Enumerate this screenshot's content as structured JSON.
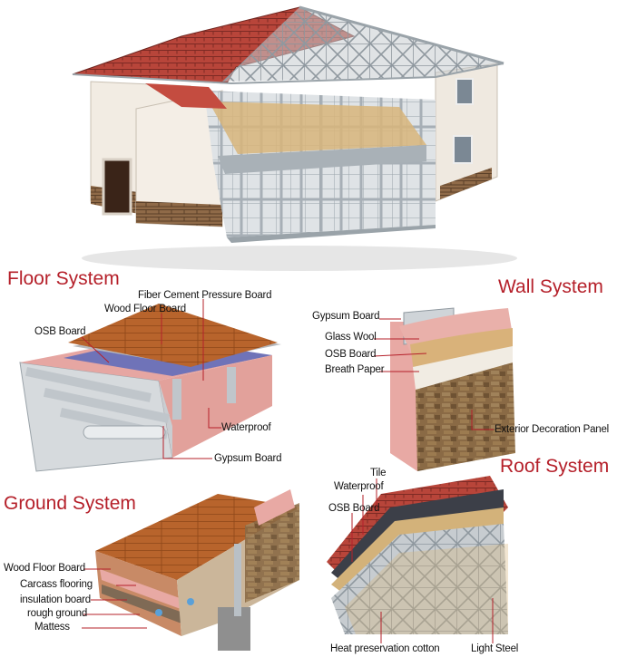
{
  "colors": {
    "title": "#b5202a",
    "roof_tile": "#b8453a",
    "wall_plaster": "#efe9e0",
    "steel": "#b9c0c6",
    "wood": "#b8642c",
    "insulation": "#e8a9a4",
    "osb": "#d3b27a",
    "stone": "#8a6a45"
  },
  "icons": {
    "house": "house-illustration"
  },
  "floor": {
    "title": "Floor System",
    "labels": [
      "Fiber Cement Pressure Board",
      "Wood Floor Board",
      "OSB Board",
      "Waterproof",
      "Gypsum Board"
    ]
  },
  "wall": {
    "title": "Wall System",
    "labels": [
      "Gypsum Board",
      "Glass Wool",
      "OSB Board",
      "Breath Paper",
      "Exterior Decoration Panel"
    ]
  },
  "ground": {
    "title": "Ground System",
    "labels": [
      "Wood Floor Board",
      "Carcass flooring",
      "insulation board",
      "rough ground",
      "Mattess"
    ]
  },
  "roof": {
    "title": "Roof System",
    "labels": [
      "Tile",
      "Waterproof",
      "OSB Board",
      "Heat preservation cotton",
      "Light Steel"
    ]
  }
}
